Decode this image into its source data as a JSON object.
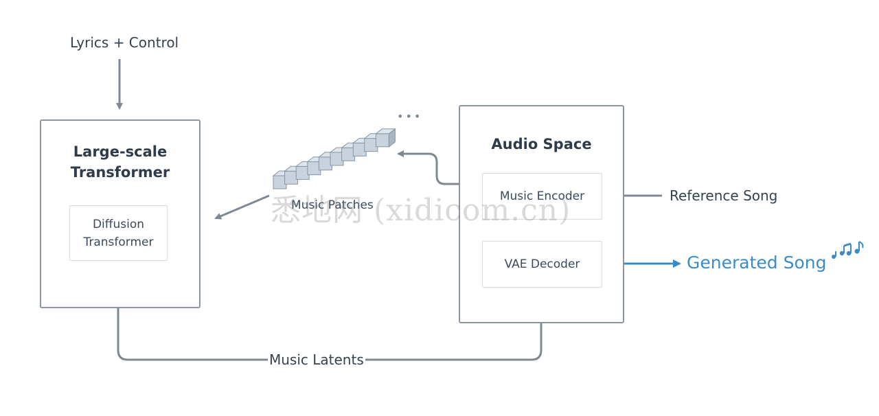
{
  "inputs": {
    "lyrics_control": "Lyrics + Control",
    "reference_song": "Reference Song"
  },
  "transformer_block": {
    "title_line1": "Large-scale",
    "title_line2": "Transformer",
    "inner_line1": "Diffusion",
    "inner_line2": "Transformer"
  },
  "audio_block": {
    "title": "Audio Space",
    "encoder": "Music Encoder",
    "decoder": "VAE Decoder"
  },
  "patches": {
    "label": "Music Patches",
    "ellipsis": "•••"
  },
  "latents_label": "Music Latents",
  "output": {
    "label": "Generated Song",
    "icon": "music-notes-icon"
  },
  "watermark": "悉地网 (xidicom.cn)",
  "colors": {
    "arrow": "#7d8895",
    "box_border": "#8a96a3",
    "inner_border": "#d7dce2",
    "output_accent": "#3a8cc8",
    "cube_face": "#c8d3de",
    "cube_top": "#dde5ed",
    "cube_side": "#a9b7c5"
  }
}
